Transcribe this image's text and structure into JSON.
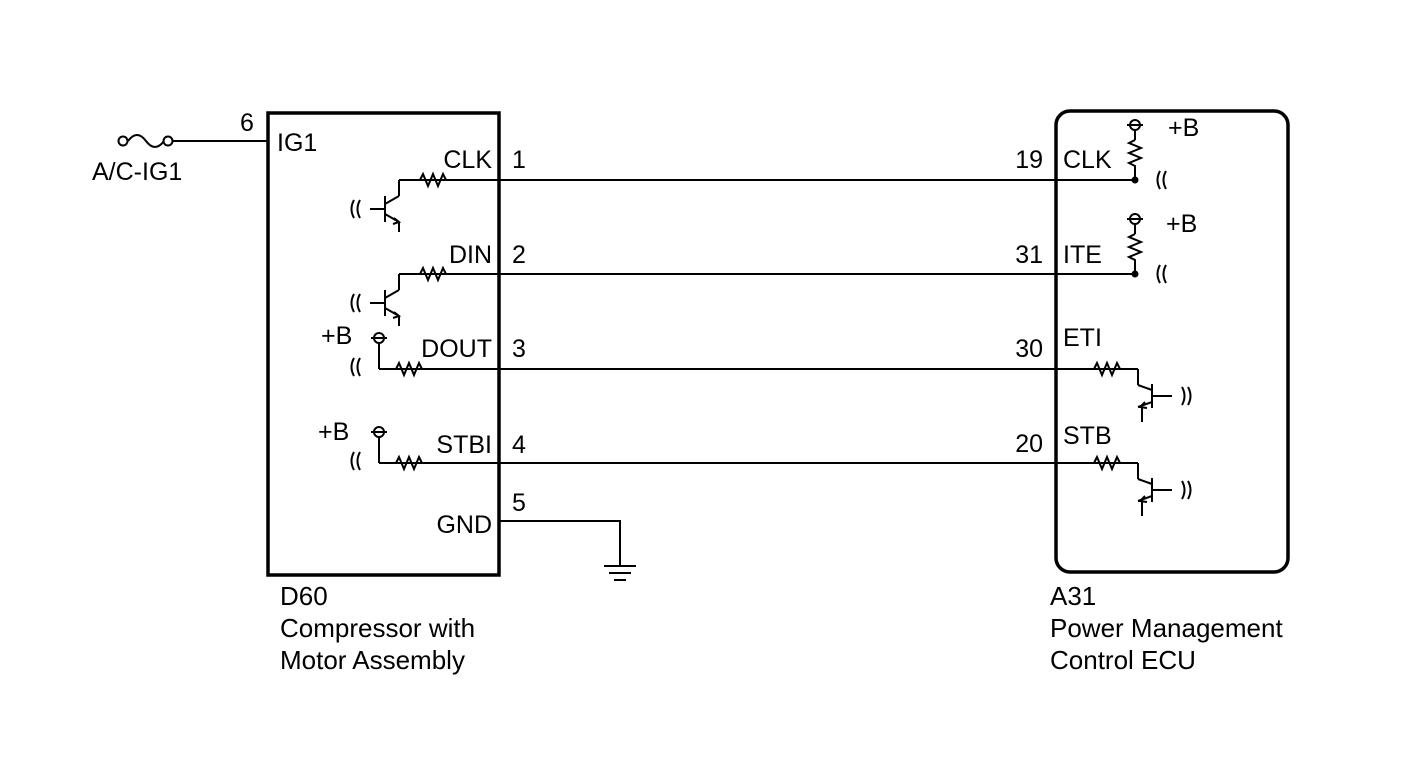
{
  "power": {
    "fuse_label": "A/C-IG1",
    "pin": "6",
    "signal": "IG1"
  },
  "compressor": {
    "code": "D60",
    "name_line1": "Compressor with",
    "name_line2": "Motor Assembly",
    "gnd_pin": "5",
    "gnd_label": "GND"
  },
  "ecu": {
    "code": "A31",
    "name_line1": "Power Management",
    "name_line2": "Control ECU"
  },
  "plus_b": "+B",
  "lines": [
    {
      "d60_signal": "CLK",
      "d60_pin": "1",
      "ecu_pin": "19",
      "ecu_signal": "CLK"
    },
    {
      "d60_signal": "DIN",
      "d60_pin": "2",
      "ecu_pin": "31",
      "ecu_signal": "ITE"
    },
    {
      "d60_signal": "DOUT",
      "d60_pin": "3",
      "ecu_pin": "30",
      "ecu_signal": "ETI"
    },
    {
      "d60_signal": "STBI",
      "d60_pin": "4",
      "ecu_pin": "20",
      "ecu_signal": "STB"
    }
  ]
}
